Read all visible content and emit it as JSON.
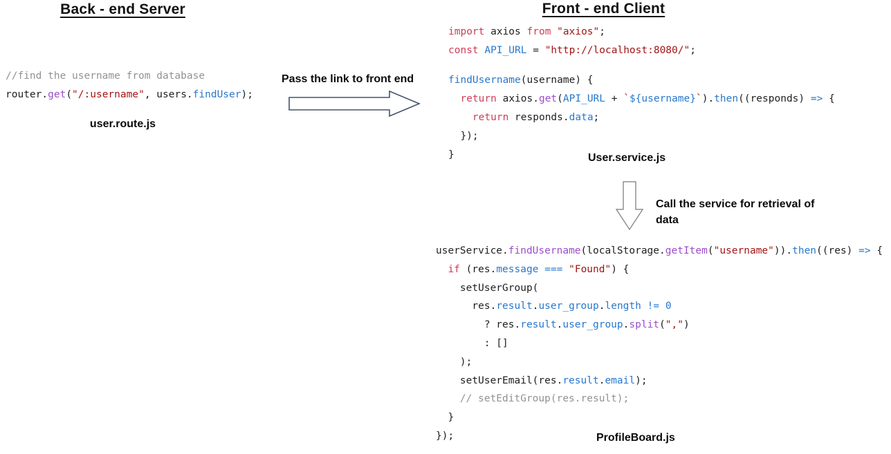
{
  "colors": {
    "keyword": "#cd3e58",
    "string": "#a31515",
    "function_name": "#9c4dcc",
    "variable": "#2878cc",
    "operator": "#2878cc",
    "comment": "#929292",
    "default_text": "#1f1f1f",
    "arrow_right_outline": "#44546a",
    "arrow_down_outline": "#8c9196"
  },
  "backend": {
    "title": "Back - end Server",
    "file_label": "user.route.js",
    "code": [
      [
        [
          "c",
          "//find the username from database"
        ]
      ],
      [
        [
          "d",
          "router."
        ],
        [
          "f",
          "get"
        ],
        [
          "d",
          "("
        ],
        [
          "s",
          "\"/:username\""
        ],
        [
          "d",
          ", users."
        ],
        [
          "v",
          "findUser"
        ],
        [
          "d",
          ");"
        ]
      ]
    ]
  },
  "frontend": {
    "title": "Front - end Client",
    "service_file_label": "User.service.js",
    "service_code": [
      [
        [
          "k",
          "import"
        ],
        [
          "d",
          " axios "
        ],
        [
          "k",
          "from"
        ],
        [
          "d",
          " "
        ],
        [
          "s",
          "\"axios\""
        ],
        [
          "d",
          ";"
        ]
      ],
      [
        [
          "k",
          "const"
        ],
        [
          "d",
          " "
        ],
        [
          "v",
          "API_URL"
        ],
        [
          "d",
          " = "
        ],
        [
          "s",
          "\"http://localhost:8080/\""
        ],
        [
          "d",
          ";"
        ]
      ],
      [],
      [
        [
          "v",
          "findUsername"
        ],
        [
          "d",
          "(username) {"
        ]
      ],
      [
        [
          "d",
          "  "
        ],
        [
          "k",
          "return"
        ],
        [
          "d",
          " axios."
        ],
        [
          "f",
          "get"
        ],
        [
          "d",
          "("
        ],
        [
          "v",
          "API_URL"
        ],
        [
          "d",
          " + "
        ],
        [
          "s",
          "`"
        ],
        [
          "b",
          "${username}"
        ],
        [
          "s",
          "`"
        ],
        [
          "d",
          ")."
        ],
        [
          "b",
          "then"
        ],
        [
          "d",
          "((responds) "
        ],
        [
          "b",
          "=>"
        ],
        [
          "d",
          " {"
        ]
      ],
      [
        [
          "d",
          "    "
        ],
        [
          "k",
          "return"
        ],
        [
          "d",
          " responds."
        ],
        [
          "v",
          "data"
        ],
        [
          "d",
          ";"
        ]
      ],
      [
        [
          "d",
          "  });"
        ]
      ],
      [
        [
          "d",
          "}"
        ]
      ]
    ],
    "board_file_label": "ProfileBoard.js",
    "board_code": [
      [
        [
          "d",
          "userService."
        ],
        [
          "f",
          "findUsername"
        ],
        [
          "d",
          "(localStorage."
        ],
        [
          "f",
          "getItem"
        ],
        [
          "d",
          "("
        ],
        [
          "s",
          "\"username\""
        ],
        [
          "d",
          "))."
        ],
        [
          "b",
          "then"
        ],
        [
          "d",
          "((res) "
        ],
        [
          "b",
          "=>"
        ],
        [
          "d",
          " {"
        ]
      ],
      [
        [
          "d",
          "  "
        ],
        [
          "k",
          "if"
        ],
        [
          "d",
          " (res."
        ],
        [
          "v",
          "message"
        ],
        [
          "d",
          " "
        ],
        [
          "b",
          "==="
        ],
        [
          "d",
          " "
        ],
        [
          "s",
          "\"Found\""
        ],
        [
          "d",
          ") {"
        ]
      ],
      [
        [
          "d",
          "    setUserGroup("
        ]
      ],
      [
        [
          "d",
          "      res."
        ],
        [
          "v",
          "result"
        ],
        [
          "d",
          "."
        ],
        [
          "v",
          "user_group"
        ],
        [
          "d",
          "."
        ],
        [
          "v",
          "length"
        ],
        [
          "d",
          " "
        ],
        [
          "b",
          "!="
        ],
        [
          "d",
          " "
        ],
        [
          "b",
          "0"
        ]
      ],
      [
        [
          "d",
          "        ? res."
        ],
        [
          "v",
          "result"
        ],
        [
          "d",
          "."
        ],
        [
          "v",
          "user_group"
        ],
        [
          "d",
          "."
        ],
        [
          "f",
          "split"
        ],
        [
          "d",
          "("
        ],
        [
          "s",
          "\",\""
        ],
        [
          "d",
          ")"
        ]
      ],
      [
        [
          "d",
          "        : []"
        ]
      ],
      [
        [
          "d",
          "    );"
        ]
      ],
      [
        [
          "d",
          "    setUserEmail(res."
        ],
        [
          "v",
          "result"
        ],
        [
          "d",
          "."
        ],
        [
          "v",
          "email"
        ],
        [
          "d",
          ");"
        ]
      ],
      [
        [
          "c",
          "    // setEditGroup(res.result);"
        ]
      ],
      [
        [
          "d",
          "  }"
        ]
      ],
      [
        [
          "d",
          "});"
        ]
      ]
    ]
  },
  "arrows": {
    "pass": {
      "label": "Pass the link to front end",
      "direction": "right"
    },
    "call": {
      "label": "Call the service for retrieval of data",
      "direction": "down"
    }
  }
}
